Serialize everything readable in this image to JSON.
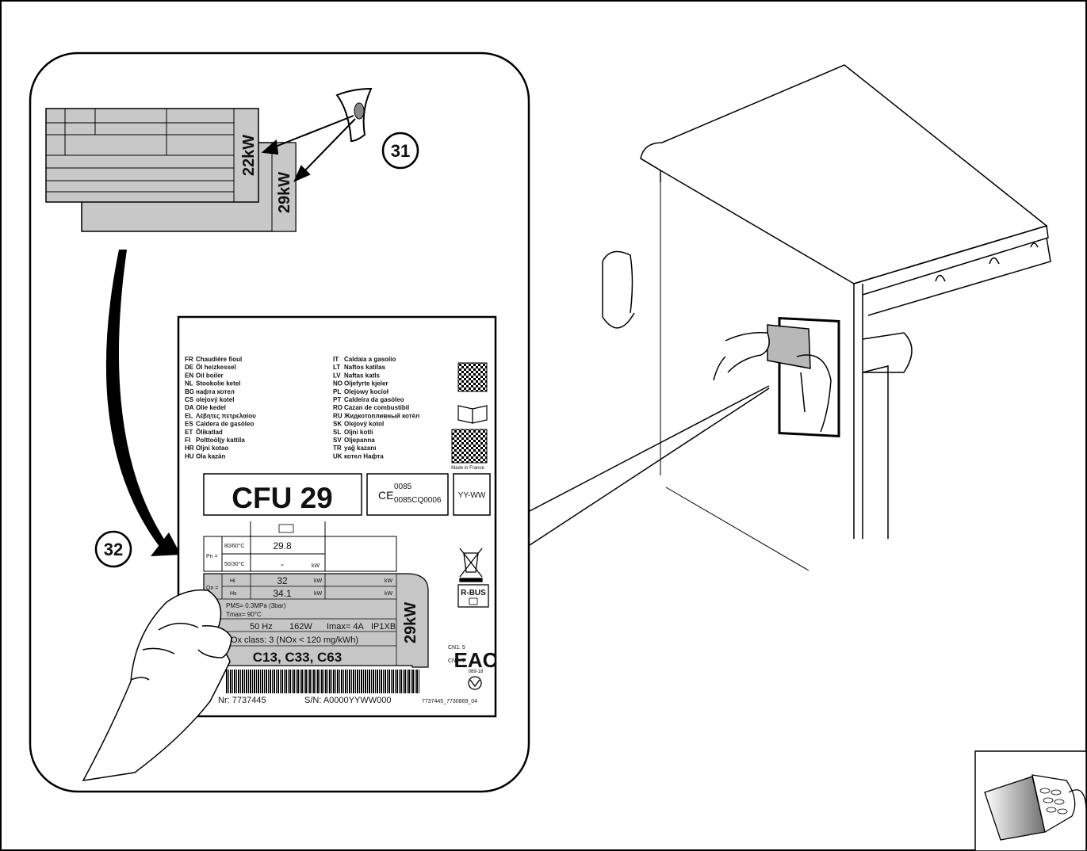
{
  "callouts": {
    "c31": "31",
    "c32": "32"
  },
  "small_plates": {
    "p22": "22kW",
    "p29": "29kW"
  },
  "plate": {
    "languages_left": [
      [
        "FR",
        "Chaudière fioul"
      ],
      [
        "DE",
        "Öl heizkessel"
      ],
      [
        "EN",
        "Oil boiler"
      ],
      [
        "NL",
        "Stookolie ketel"
      ],
      [
        "BG",
        "нафта котел"
      ],
      [
        "CS",
        "olejový kotel"
      ],
      [
        "DA",
        "Olie kedel"
      ],
      [
        "EL",
        "Λέβητες πετρελαίου"
      ],
      [
        "ES",
        "Caldera de gasóleo"
      ],
      [
        "ET",
        "Õlikatlad"
      ],
      [
        "FI",
        "Polttoöljy kattila"
      ],
      [
        "HR",
        "Oljni kotao"
      ],
      [
        "HU",
        "Ola kazán"
      ]
    ],
    "languages_right": [
      [
        "IT",
        "Caldaia a gasolio"
      ],
      [
        "LT",
        "Naftos katilas"
      ],
      [
        "LV",
        "Naftas katls"
      ],
      [
        "NO",
        "Oljefyrte kjeler"
      ],
      [
        "PL",
        "Olejowy kocioł"
      ],
      [
        "PT",
        "Caldeira da gasóleo"
      ],
      [
        "RO",
        "Cazan de combustibil"
      ],
      [
        "RU",
        "Жидкотопливный котёл"
      ],
      [
        "SK",
        "Olejový kotol"
      ],
      [
        "SL",
        "Oljni kotli"
      ],
      [
        "SV",
        "Oljepanna"
      ],
      [
        "TR",
        "yağ kazanı"
      ],
      [
        "UK",
        "котел Нафта"
      ]
    ],
    "made_in": "Made in France",
    "model": "CFU 29",
    "ce_mark": "CE",
    "cert_1": "0085",
    "cert_2": "0085CQ0006",
    "date_code": "YY-WW",
    "pn_label": "Pn =",
    "pn_80": "80/60°C",
    "pn_80_val": "29.8",
    "pn_50": "50/30°C",
    "pn_50_val": "-",
    "unit_kw": "kW",
    "qn_label": "Qn =",
    "hi": "Hi",
    "hi_val": "32",
    "hs": "Hs",
    "hs_val": "34.1",
    "pms": "PMS= 0.3MPa (3bar)",
    "tmax": "Tmax= 90°C",
    "hz": "50 Hz",
    "watt": "162W",
    "imax": "Imax= 4A",
    "ip": "IP1XB",
    "nox": "NOx class: 3 (NOx < 120 mg/kWh)",
    "flue": "C13, C33, C63",
    "sticker_29": "29kW",
    "nr": "Nr: 7737445",
    "sn": "S/N: A0000YYWW000",
    "doc_code": "7737445_7730869_04",
    "rbus": "R-BUS",
    "cn1": "CN1: 5",
    "cn2": "CN2: 7",
    "eac": "EAC",
    "eac_code": "089-18"
  }
}
